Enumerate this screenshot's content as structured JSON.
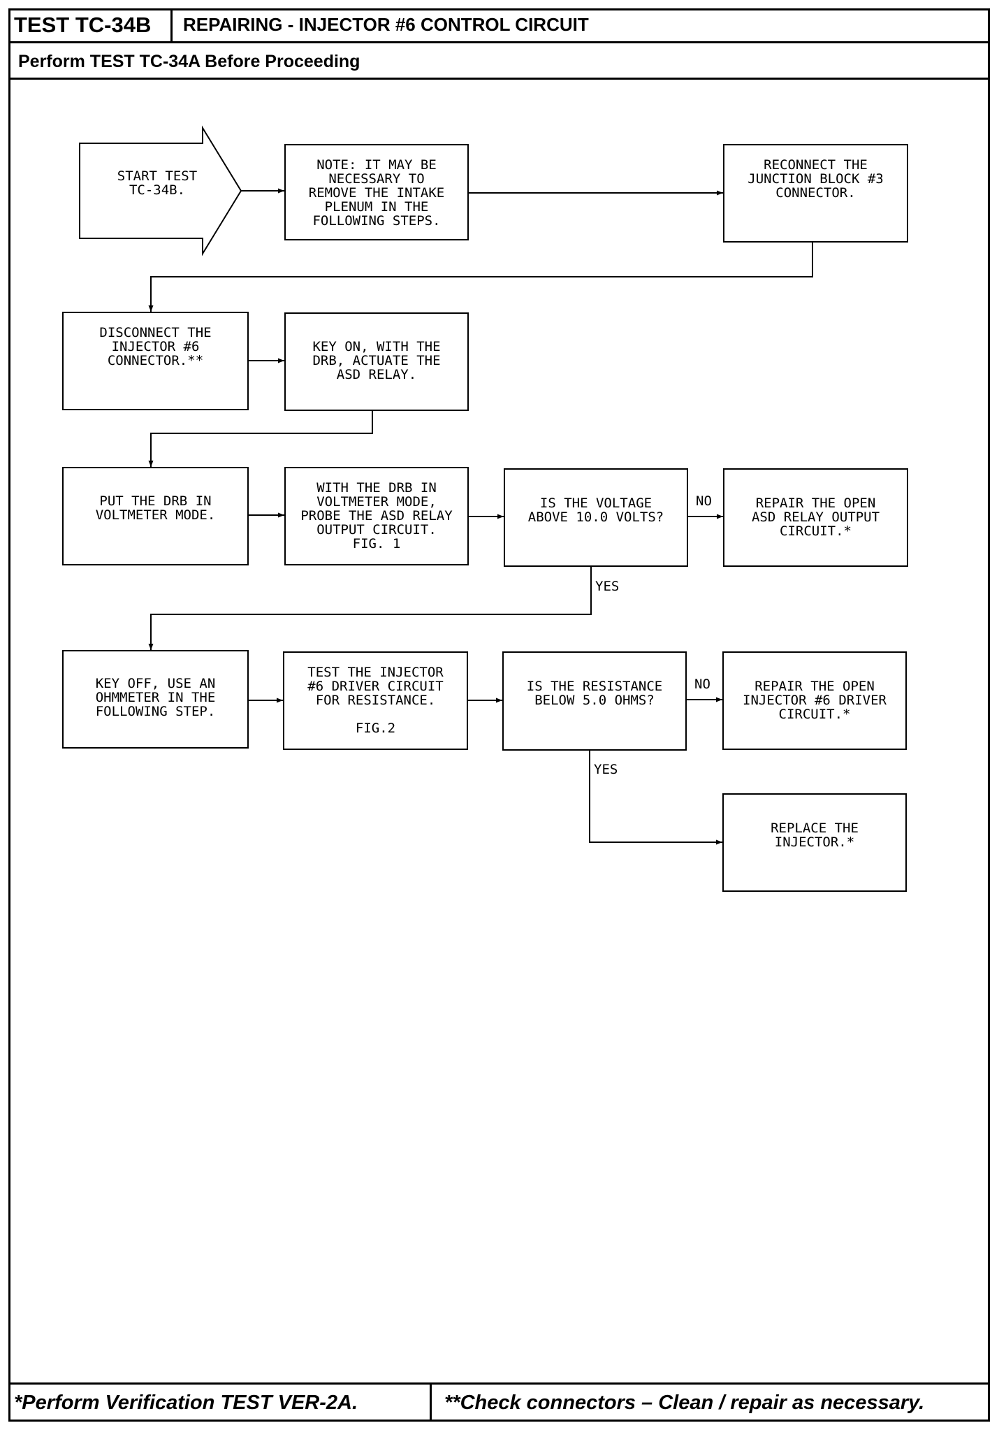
{
  "header": {
    "test_id": "TEST TC-34B",
    "title": "REPAIRING - INJECTOR #6 CONTROL CIRCUIT",
    "subtitle": "Perform TEST TC-34A Before Proceeding"
  },
  "footer": {
    "note_single": "*Perform Verification TEST VER-2A.",
    "note_double": "**Check connectors – Clean / repair as necessary."
  },
  "flow": {
    "start": "START TEST\nTC-34B.",
    "note": "NOTE: IT MAY BE\nNECESSARY TO\nREMOVE THE INTAKE\nPLENUM IN THE\nFOLLOWING STEPS.",
    "reconnect": "RECONNECT THE\nJUNCTION BLOCK #3\nCONNECTOR.",
    "disconnect": "DISCONNECT THE\nINJECTOR #6\nCONNECTOR.**",
    "key_on": "KEY ON, WITH THE\nDRB, ACTUATE THE\nASD RELAY.",
    "voltmeter": "PUT THE DRB IN\nVOLTMETER MODE.",
    "probe": "WITH THE DRB IN\nVOLTMETER MODE,\nPROBE THE ASD RELAY\nOUTPUT CIRCUIT.\nFIG. 1",
    "q_voltage": "IS THE VOLTAGE\nABOVE 10.0 VOLTS?",
    "repair_asd": "REPAIR THE OPEN\nASD RELAY OUTPUT\nCIRCUIT.*",
    "key_off": "KEY OFF, USE AN\nOHMMETER IN THE\nFOLLOWING STEP.",
    "test_driver": "TEST THE INJECTOR\n#6 DRIVER CIRCUIT\nFOR RESISTANCE.\n\nFIG.2",
    "q_resistance": "IS THE RESISTANCE\nBELOW 5.0 OHMS?",
    "repair_driver": "REPAIR THE OPEN\nINJECTOR #6 DRIVER\nCIRCUIT.*",
    "replace": "REPLACE THE\nINJECTOR.*",
    "yes_label": "YES",
    "no_label": "NO"
  }
}
